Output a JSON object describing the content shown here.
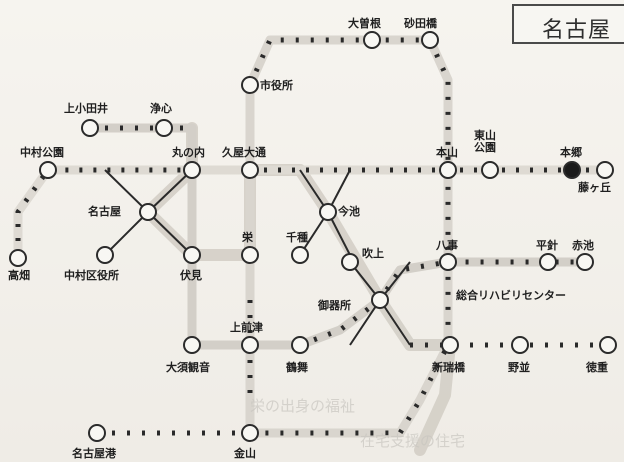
{
  "title": "名古屋",
  "stations": {
    "kamiotai": "上小田井",
    "joshin": "浄心",
    "nakamura_koen": "中村公園",
    "marunouchi": "丸の内",
    "hisaya_odori": "久屋大通",
    "shiyakusho": "市役所",
    "ozone": "大曽根",
    "sunadabashi": "砂田橋",
    "motoyama": "本山",
    "higashiyama_koen": "東山\n公園",
    "hongo": "本郷",
    "fujigaoka": "藤ヶ丘",
    "nagoya": "名古屋",
    "imaike": "今池",
    "takabata": "高畑",
    "nakamura_kuyakusho": "中村区役所",
    "fushimi": "伏見",
    "sakae": "栄",
    "chikusa": "千種",
    "fukiage": "吹上",
    "yagoto": "八事",
    "hirabari": "平針",
    "akaike": "赤池",
    "gokiso": "御器所",
    "sogo_rehab": "総合リハビリセンター",
    "kamimaezu": "上前津",
    "osu_kannon": "大須観音",
    "tsurumai": "鶴舞",
    "aratamabashi": "新瑞橋",
    "nonami": "野並",
    "tokushige": "徳重",
    "nagoyako": "名古屋港",
    "kanayama": "金山"
  },
  "background_text": [
    "栄の出身の福祉",
    "在宅支援の住宅"
  ]
}
